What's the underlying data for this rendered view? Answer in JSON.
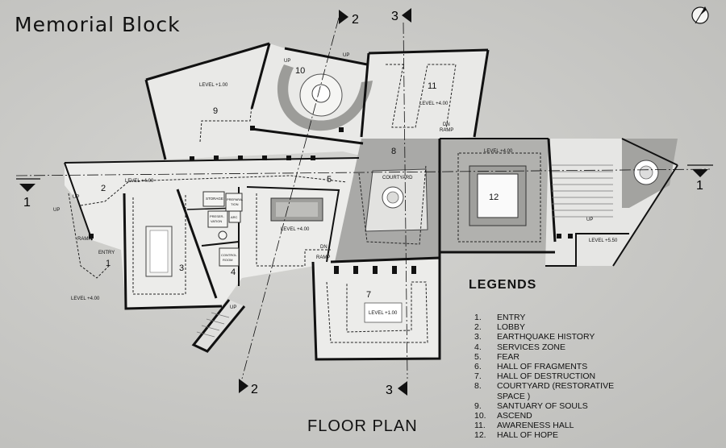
{
  "title": "Memorial Block",
  "floor_plan_label": "FLOOR PLAN",
  "legend": {
    "heading": "LEGENDS",
    "items": [
      {
        "num": "1.",
        "label": "ENTRY"
      },
      {
        "num": "2.",
        "label": "LOBBY"
      },
      {
        "num": "3.",
        "label": "EARTHQUAKE HISTORY"
      },
      {
        "num": "4.",
        "label": "SERVICES ZONE"
      },
      {
        "num": "5.",
        "label": "FEAR"
      },
      {
        "num": "6.",
        "label": "HALL OF FRAGMENTS"
      },
      {
        "num": "7.",
        "label": "HALL OF DESTRUCTION"
      },
      {
        "num": "8.",
        "label": "COURTYARD (RESTORATIVE SPACE )"
      },
      {
        "num": "9.",
        "label": "SANTUARY OF SOULS"
      },
      {
        "num": "10.",
        "label": "ASCEND"
      },
      {
        "num": "11.",
        "label": "AWARENESS HALL"
      },
      {
        "num": "12.",
        "label": "HALL OF HOPE"
      }
    ]
  },
  "section_markers": {
    "s1_left": "1",
    "s1_right": "1",
    "s2_top": "2",
    "s2_bottom": "2",
    "s3_top": "3",
    "s3_bottom": "3"
  },
  "room_numbers": {
    "r1": "1",
    "r2": "2",
    "r3": "3",
    "r4": "4",
    "r5": "5",
    "r7": "7",
    "r8": "8",
    "r9": "9",
    "r10": "10",
    "r11": "11",
    "r12": "12"
  },
  "plan_labels": {
    "level_100_a": "LEVEL +1.00",
    "level_400_a": "LEVEL +4.00",
    "level_400_b": "LEVEL +4.00",
    "level_400_c": "LEVEL +4.00",
    "level_400_d": "LEVEL +4.00",
    "level_400_e": "LEVEL +4.00",
    "level_550": "LEVEL +5.50",
    "level_100_b": "LEVEL +1.00",
    "courtyard": "COURTYARD",
    "entry": "ENTRY",
    "ramp": "RAMP",
    "up_a": "UP",
    "up_b": "UP",
    "up_c": "UP",
    "up_d": "UP",
    "up_e": "UP",
    "up_f": "UP",
    "dn_a": "DN",
    "ramp_a": "RAMP",
    "dn_b": "DN",
    "ramp_b": "RAMP",
    "storage": "STORAGE",
    "prep_1": "PREPARA-",
    "prep_2": "TION",
    "arc": "ARC",
    "pres_1": "PRESER-",
    "pres_2": "VATION",
    "control_1": "CONTROL",
    "control_2": "ROOM"
  }
}
